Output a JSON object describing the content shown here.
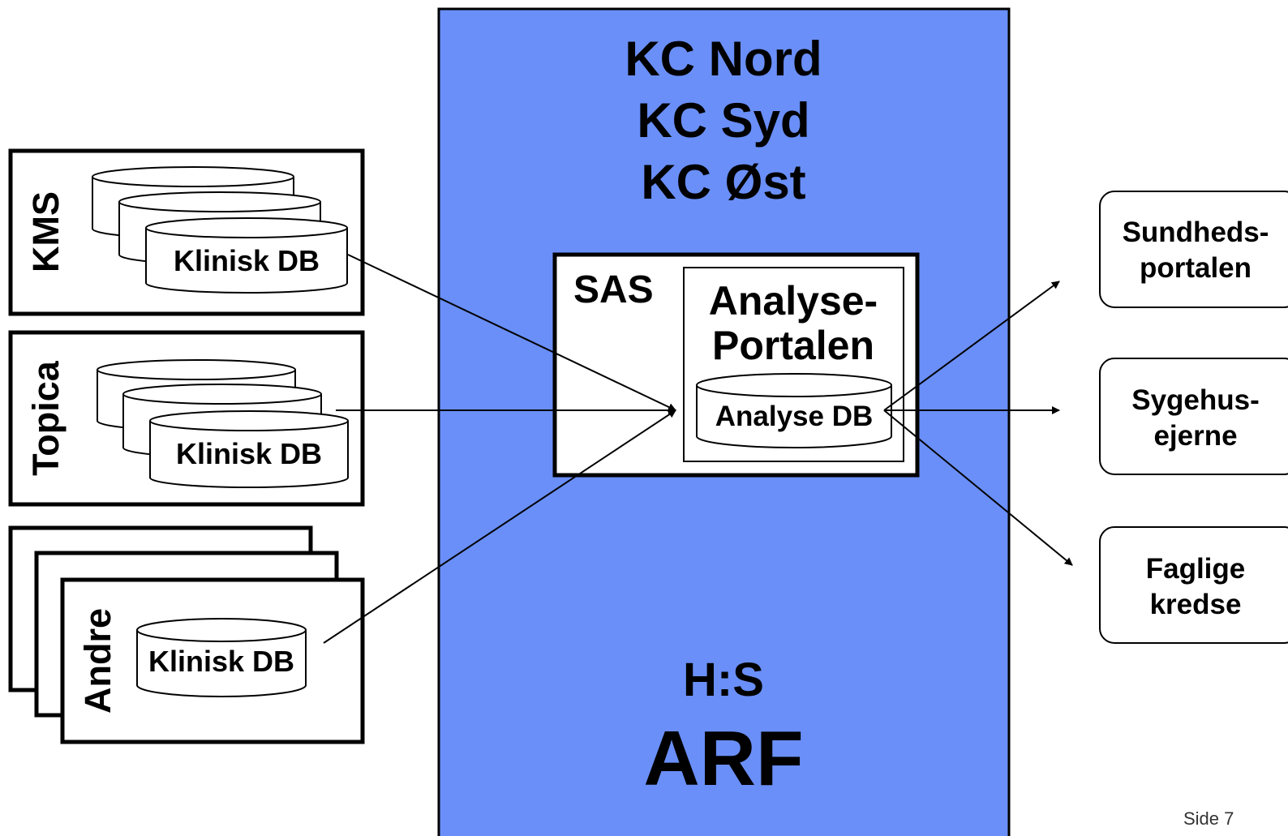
{
  "colors": {
    "center_panel": "#6a8ff8",
    "line": "#000000",
    "background": "#ffffff"
  },
  "center": {
    "kc_lines": [
      "KC Nord",
      "KC Syd",
      "KC Øst"
    ],
    "sas_label": "SAS",
    "portal_lines": [
      "Analyse-",
      "Portalen"
    ],
    "analyse_db": "Analyse DB",
    "hs_label": "H:S",
    "arf_label": "ARF"
  },
  "sources": [
    {
      "label": "KMS",
      "db_label": "Klinisk DB"
    },
    {
      "label": "Topica",
      "db_label": "Klinisk DB"
    },
    {
      "label": "Andre",
      "db_label": "Klinisk DB"
    }
  ],
  "outputs": [
    {
      "lines": [
        "Sundheds-",
        "portalen"
      ]
    },
    {
      "lines": [
        "Sygehus-",
        "ejerne"
      ]
    },
    {
      "lines": [
        "Faglige",
        "kredse"
      ]
    }
  ],
  "page_label": "Side 7"
}
